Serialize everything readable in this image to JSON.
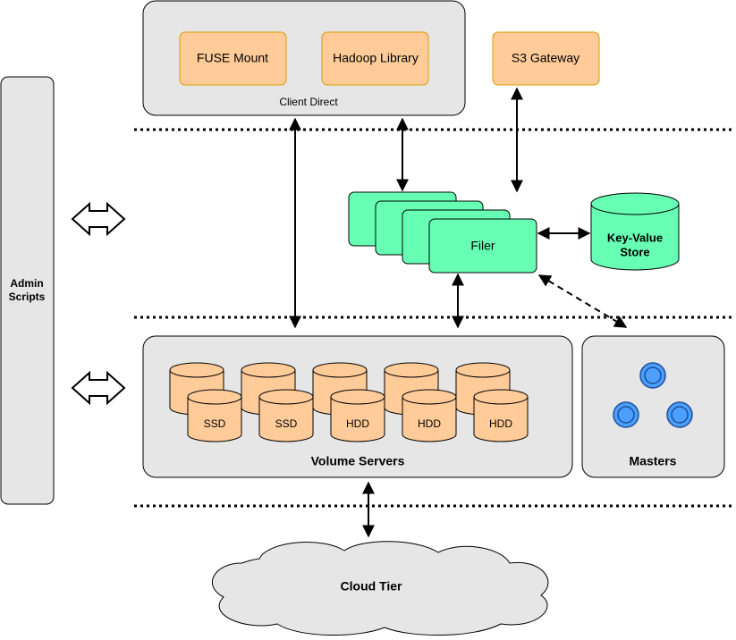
{
  "client_group": {
    "label": "Client Direct",
    "fuse": "FUSE Mount",
    "hadoop": "Hadoop Library"
  },
  "s3": {
    "label": "S3 Gateway"
  },
  "filer": {
    "label": "Filer"
  },
  "kv": {
    "label_line1": "Key-Value",
    "label_line2": "Store"
  },
  "admin": {
    "label_line1": "Admin",
    "label_line2": "Scripts"
  },
  "volume": {
    "label": "Volume Servers",
    "disks": [
      "SSD",
      "SSD",
      "HDD",
      "HDD",
      "HDD"
    ]
  },
  "masters": {
    "label": "Masters"
  },
  "cloud": {
    "label": "Cloud Tier"
  },
  "colors": {
    "orange_fill": "#ffcc99",
    "orange_stroke": "#d79b00",
    "green_fill": "#66ffb3",
    "green_stroke": "#1a7f4b",
    "group_fill": "#e6e6e6",
    "master_fill": "#4d9fff",
    "master_stroke": "#1a4f99"
  }
}
